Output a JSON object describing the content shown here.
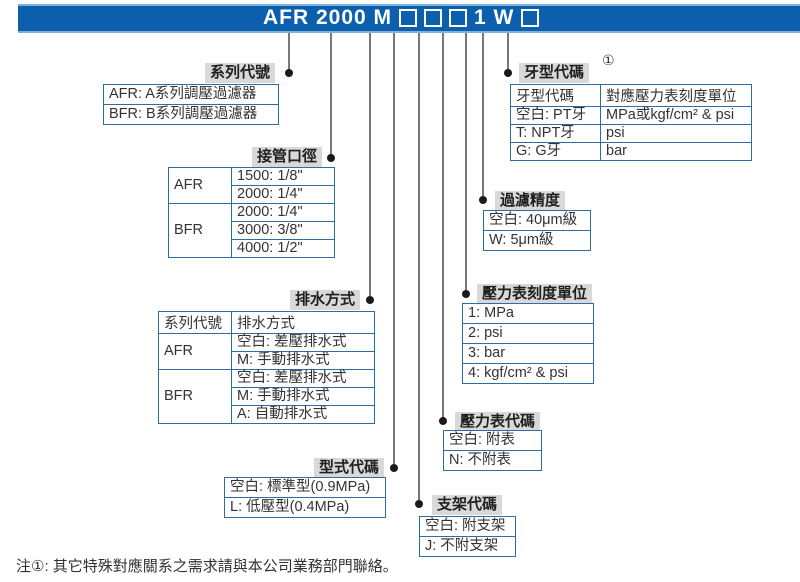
{
  "header": {
    "model_part1": "AFR 2000 M",
    "model_part2": "1 W"
  },
  "sections": {
    "series": {
      "label": "系列代號",
      "rows": [
        "AFR: A系列調壓過濾器",
        "BFR: B系列調壓過濾器"
      ]
    },
    "port_size": {
      "label": "接管口徑",
      "groups": [
        {
          "name": "AFR",
          "values": [
            "1500: 1/8\"",
            "2000: 1/4\""
          ]
        },
        {
          "name": "BFR",
          "values": [
            "2000: 1/4\"",
            "3000: 3/8\"",
            "4000: 1/2\""
          ]
        }
      ]
    },
    "drain": {
      "label": "排水方式",
      "header": [
        "系列代號",
        "排水方式"
      ],
      "groups": [
        {
          "name": "AFR",
          "values": [
            "空白: 差壓排水式",
            "M: 手動排水式"
          ]
        },
        {
          "name": "BFR",
          "values": [
            "空白: 差壓排水式",
            "M: 手動排水式",
            "A: 自動排水式"
          ]
        }
      ]
    },
    "type_code": {
      "label": "型式代碼",
      "rows": [
        "空白: 標準型(0.9MPa)",
        "L: 低壓型(0.4MPa)"
      ]
    },
    "bracket": {
      "label": "支架代碼",
      "rows": [
        "空白: 附支架",
        "J: 不附支架"
      ]
    },
    "gauge": {
      "label": "壓力表代碼",
      "rows": [
        "空白: 附表",
        "N: 不附表"
      ]
    },
    "gauge_unit": {
      "label": "壓力表刻度單位",
      "rows": [
        "1: MPa",
        "2: psi",
        "3: bar",
        "4: kgf/cm² & psi"
      ]
    },
    "filtration": {
      "label": "過濾精度",
      "rows": [
        "空白: 40μm級",
        "W: 5μm級"
      ]
    },
    "thread": {
      "label": "牙型代碼",
      "note_ref": "①",
      "header": [
        "牙型代碼",
        "對應壓力表刻度單位"
      ],
      "rows": [
        [
          "空白: PT牙",
          "MPa或kgf/cm² & psi"
        ],
        [
          "T: NPT牙",
          "psi"
        ],
        [
          "G: G牙",
          "bar"
        ]
      ]
    }
  },
  "footnote": "注①: 其它特殊對應關系之需求請與本公司業務部門聯絡。",
  "colors": {
    "bar_blue": "#0b5fad",
    "border_blue": "#2e6da4",
    "label_gray": "#d9d9d9"
  }
}
